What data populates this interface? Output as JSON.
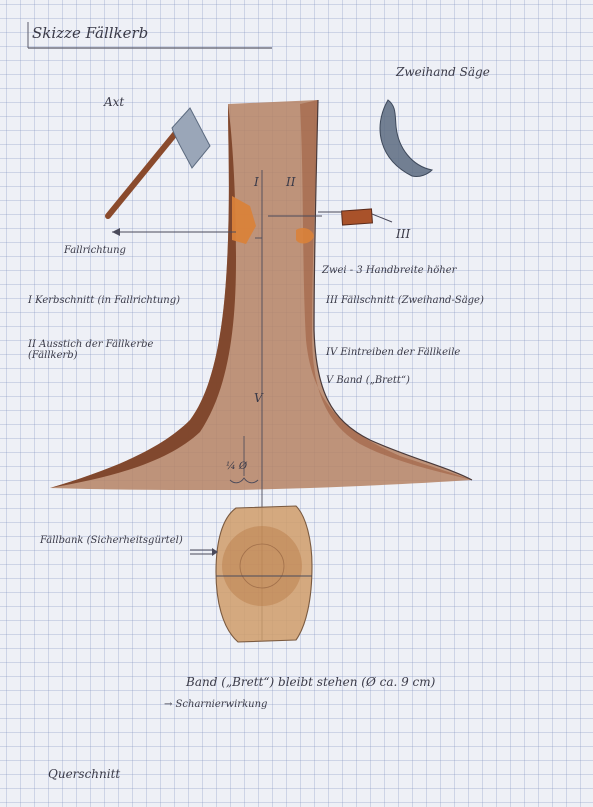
{
  "title": "Skizze Fällkerb",
  "labels": {
    "axe": "Axt",
    "saw": "Zweihand Säge",
    "fall_direction": "Fallrichtung",
    "roman_i": "I",
    "roman_ii": "II",
    "roman_iii": "III",
    "roman_v": "V",
    "hand_width": "Zwei - 3 Handbreite höher",
    "notch_height": "¼ Ø",
    "bench_label": "Fällbank (Sicherheitsgürtel)",
    "note_bottom_1": "Band („Brett“) bleibt stehen (Ø ca. 9 cm)",
    "note_bottom_2": "→ Scharnierwirkung",
    "cross_section": "Querschnitt"
  },
  "legend": [
    {
      "num": "I",
      "text": "Kerbschnitt (in Fallrichtung)"
    },
    {
      "num": "II",
      "text": "Ausstich der Fällkerbe (Fällkerb)"
    },
    {
      "num": "III",
      "text": "Fällschnitt (Zweihand-Säge)"
    },
    {
      "num": "IV",
      "text": "Eintreiben der Fällkeile"
    },
    {
      "num": "V",
      "text": "Band („Brett“)"
    }
  ],
  "colors": {
    "trunk_light": "#b58364",
    "trunk_dark": "#7a4026",
    "notch": "#d9823a",
    "axe_handle": "#8a4a2c",
    "axe_head": "#9aa6b8",
    "saw_blade": "#5c6b80",
    "wedge": "#a9522a",
    "stump": "#cf9c6a",
    "ink": "#3a3a48"
  }
}
